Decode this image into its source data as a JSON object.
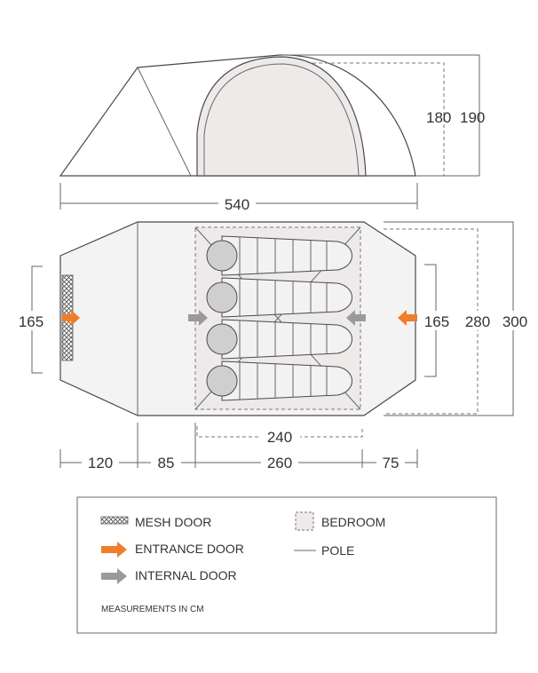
{
  "dimensions": {
    "inner_height": "180",
    "outer_height": "190",
    "total_length": "540",
    "door_width_left": "165",
    "door_width_right": "165",
    "inner_width": "280",
    "outer_width": "300",
    "bedroom_length": "240",
    "seg_porch": "120",
    "seg_living": "85",
    "seg_bedroom": "260",
    "seg_rear": "75"
  },
  "legend": {
    "mesh_door": "MESH DOOR",
    "entrance_door": "ENTRANCE DOOR",
    "internal_door": "INTERNAL DOOR",
    "bedroom": "BEDROOM",
    "pole": "POLE",
    "note": "MEASUREMENTS IN CM"
  },
  "colors": {
    "entrance_arrow": "#f07d2a",
    "internal_arrow": "#9a9a9a",
    "bedroom_fill": "#eeeaea",
    "living_fill": "#f3f3f3"
  },
  "icons": {
    "mesh_door": "mesh-swatch-icon",
    "entrance_door": "orange-arrow-icon",
    "internal_door": "grey-arrow-icon",
    "bedroom": "dashed-square-icon",
    "pole": "line-icon"
  }
}
